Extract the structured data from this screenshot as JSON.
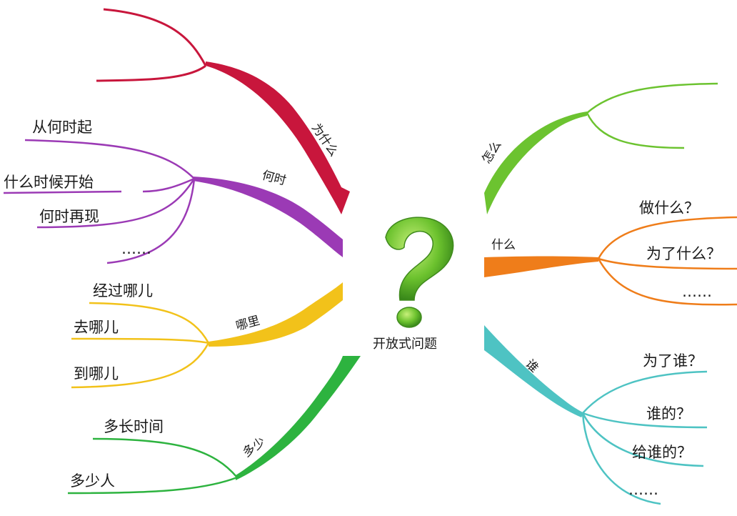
{
  "center": {
    "label": "开放式问题",
    "icon": "question-mark-icon",
    "color": "#5fb82e"
  },
  "branches": {
    "why": {
      "label": "为什么",
      "color": "#c8163c",
      "children": []
    },
    "when": {
      "label": "何时",
      "color": "#9b3ab5",
      "children": [
        "从何时起",
        "什么时候开始",
        "何时再现",
        "……"
      ]
    },
    "where": {
      "label": "哪里",
      "color": "#f2c21a",
      "children": [
        "经过哪儿",
        "去哪儿",
        "到哪儿"
      ]
    },
    "howmuch": {
      "label": "多少",
      "color": "#2db33f",
      "children": [
        "多长时间",
        "多少人"
      ]
    },
    "how": {
      "label": "怎么",
      "color": "#6cc330",
      "children": []
    },
    "what": {
      "label": "什么",
      "color": "#ef7d1a",
      "children": [
        "做什么？",
        "为了什么？",
        "……"
      ]
    },
    "who": {
      "label": "谁",
      "color": "#4ec3c3",
      "children": [
        "为了谁？",
        "谁的？",
        "给谁的？",
        "……"
      ]
    }
  }
}
